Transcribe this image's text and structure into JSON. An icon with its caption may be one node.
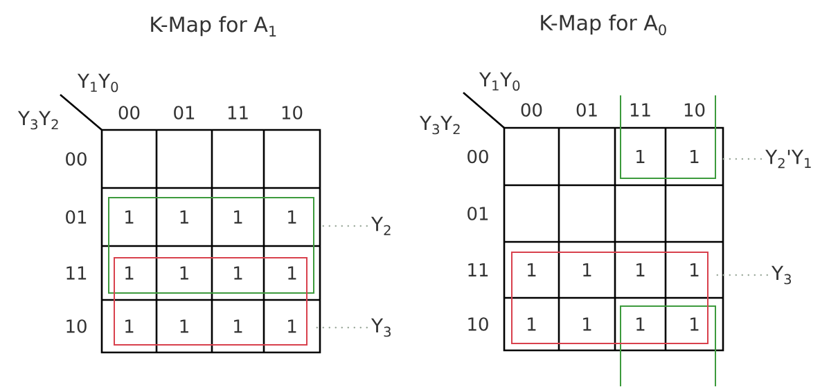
{
  "diagram": {
    "nodes": [
      {
        "text": [],
        "shape": "box"
      },
      {
        "text": [],
        "shape": "box"
      },
      {
        "text": [
          "Y$_{2}$"
        ]
      },
      {
        "text": [
          "Y$_{3}$"
        ]
      },
      {
        "text": [],
        "shape": "box"
      },
      {
        "text": [],
        "shape": "box"
      },
      {
        "text": [],
        "shape": "box"
      },
      {
        "text": [
          "Y$_{2}$'Y$_{1}$"
        ]
      },
      {
        "text": [
          "Y$_{3}$"
        ]
      }
    ],
    "edges": [
      {
        "from": 2,
        "to": 0,
        "arrow": "none",
        "style": "dashed"
      },
      {
        "from": 3,
        "to": 1,
        "arrow": "none",
        "style": "dashed"
      },
      {
        "from": 7,
        "to": 4,
        "arrow": "none",
        "style": "dashed"
      },
      {
        "from": 8,
        "to": 6,
        "arrow": "none",
        "style": "dashed"
      }
    ],
    "labels": [
      "K-Map for A$_{1}$",
      "Y$_{1}$Y$_{0}$",
      "Y$_{3}$Y$_{2}$",
      "00",
      "01",
      "11",
      "10",
      "00",
      "01",
      "1",
      "1",
      "1",
      "1",
      "11",
      "1",
      "1",
      "1",
      "1",
      "10",
      "1",
      "1",
      "1",
      "1",
      "K-Map for A$_{0}$",
      "Y$_{1}$Y$_{0}$",
      "Y$_{3}$Y$_{2}$",
      "00",
      "01",
      "11",
      "10",
      "00",
      "1",
      "1",
      "01",
      "11",
      "1",
      "1",
      "1",
      "1",
      "10",
      "1",
      "1",
      "1",
      "1"
    ]
  }
}
